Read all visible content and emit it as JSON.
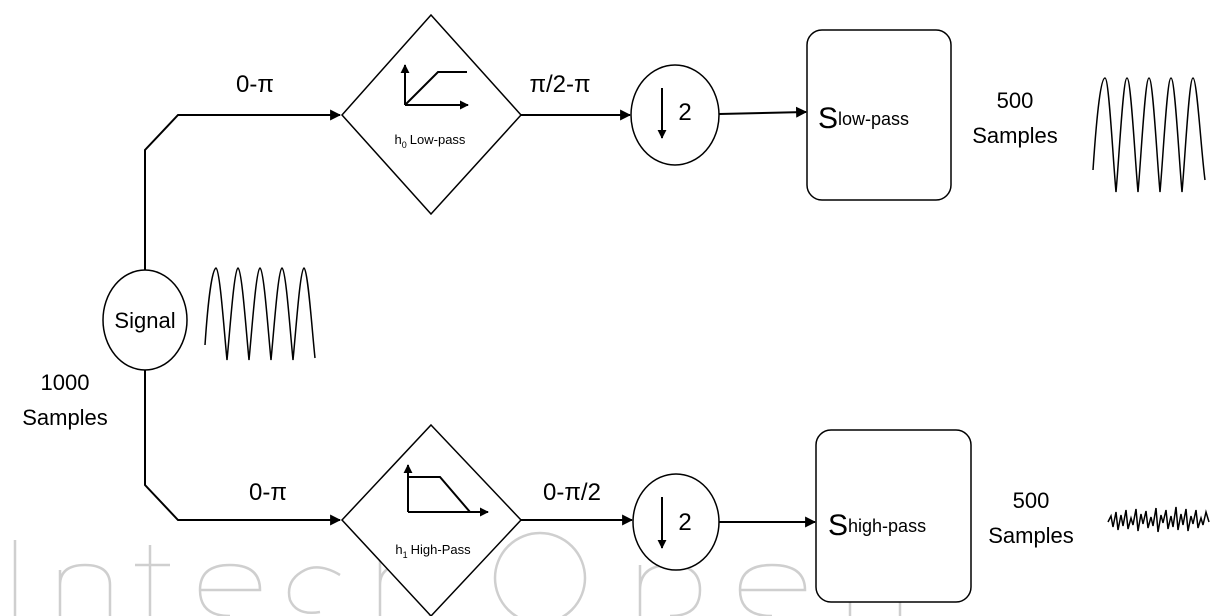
{
  "signal": {
    "label": "Signal",
    "count_line1": "1000",
    "count_line2": "Samples"
  },
  "low_branch": {
    "input_range": "0-π",
    "filter_sub": "0",
    "filter_label": "Low-pass",
    "output_range": "π/2-π",
    "downsample_factor": "2",
    "result_main": "S",
    "result_sub": "low-pass",
    "count_line1": "500",
    "count_line2": "Samples"
  },
  "high_branch": {
    "input_range": "0-π",
    "filter_sub": "1",
    "filter_label": "High-Pass",
    "output_range": "0-π/2",
    "downsample_factor": "2",
    "result_main": "S",
    "result_sub": "high-pass",
    "count_line1": "500",
    "count_line2": "Samples"
  },
  "filter_symbol": "h",
  "watermark": "IntechOpen"
}
